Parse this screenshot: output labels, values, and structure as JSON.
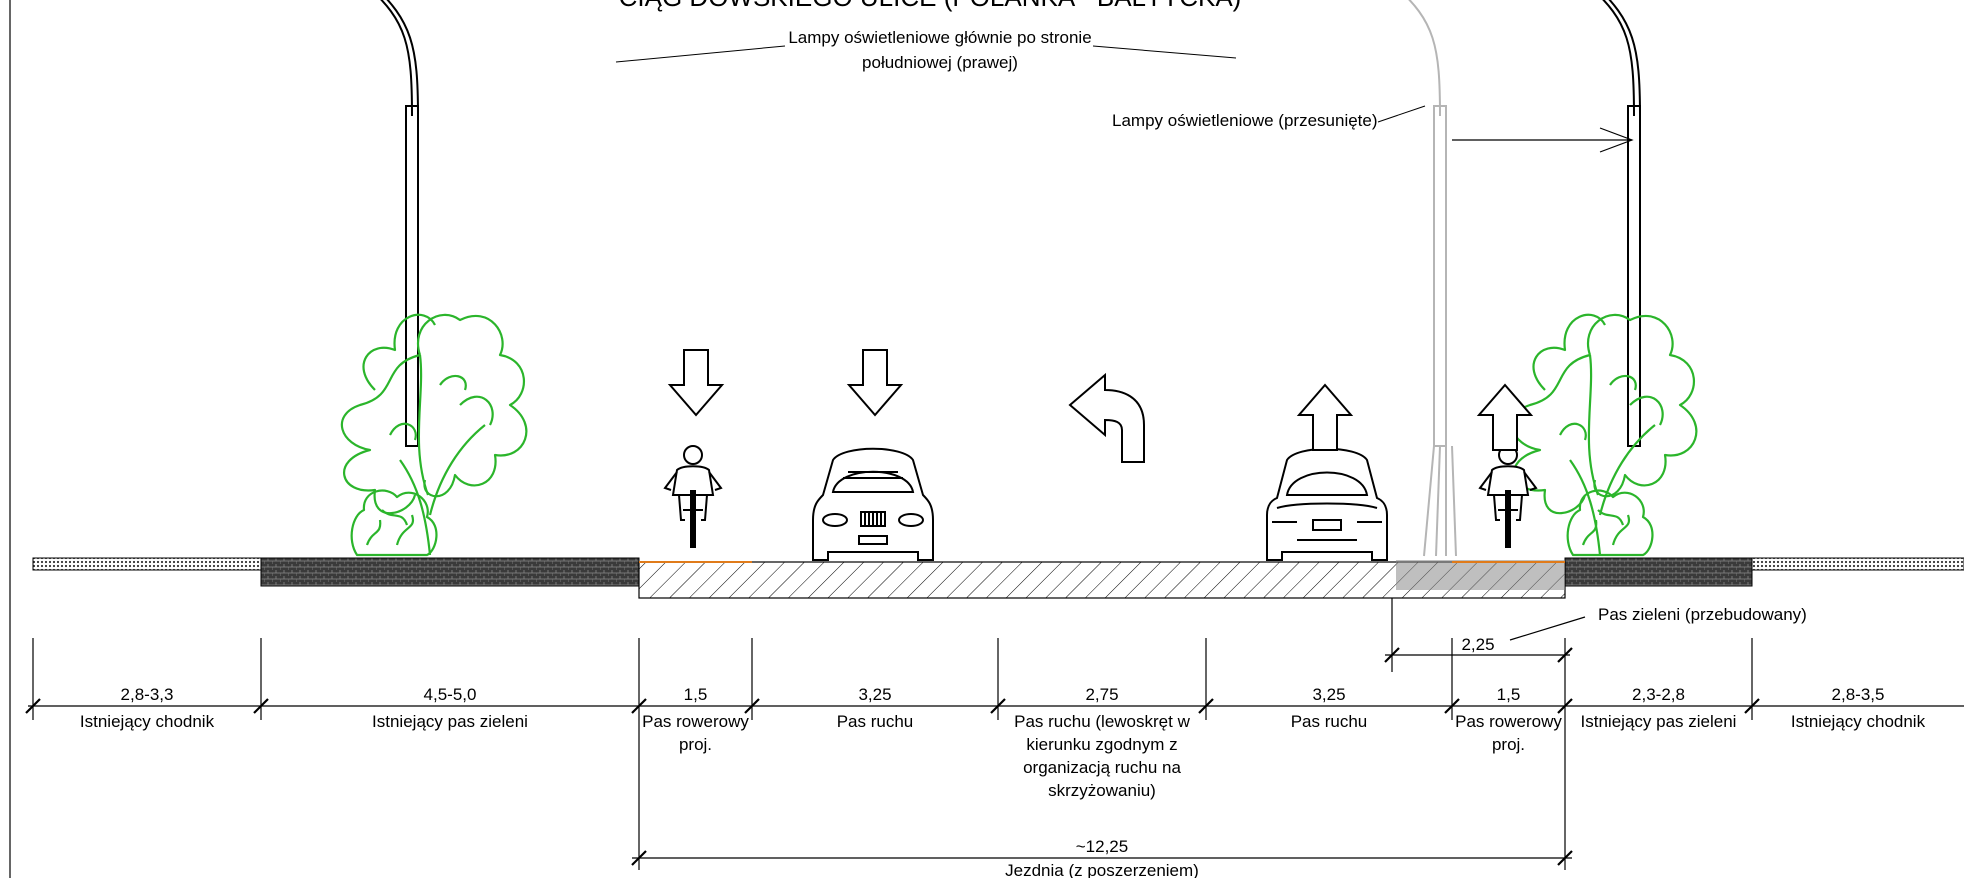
{
  "title": "CIĄG DOWSKIEGO ULICE (POLANKA - BAŁTYCKA)",
  "annotations": {
    "lamps_main_line1": "Lampy oświetleniowe głównie po stronie",
    "lamps_main_line2": "południowej (prawej)",
    "lamps_shifted": "Lampy oświetleniowe (przesunięte)",
    "green_rebuilt": "Pas zieleni (przebudowany)",
    "green_rebuilt_width": "2,25"
  },
  "segments": [
    {
      "value": "2,8-3,3",
      "label": [
        "Istniejący chodnik"
      ]
    },
    {
      "value": "4,5-5,0",
      "label": [
        "Istniejący pas zieleni"
      ]
    },
    {
      "value": "1,5",
      "label": [
        "Pas rowerowy",
        "proj."
      ]
    },
    {
      "value": "3,25",
      "label": [
        "Pas ruchu"
      ]
    },
    {
      "value": "2,75",
      "label": [
        "Pas ruchu (lewoskręt w",
        "kierunku zgodnym z",
        "organizacją ruchu na",
        "skrzyżowaniu)"
      ]
    },
    {
      "value": "3,25",
      "label": [
        "Pas ruchu"
      ]
    },
    {
      "value": "1,5",
      "label": [
        "Pas rowerowy",
        "proj."
      ]
    },
    {
      "value": "2,3-2,8",
      "label": [
        "Istniejący pas zieleni"
      ]
    },
    {
      "value": "2,8-3,5",
      "label": [
        "Istniejący chodnik"
      ]
    }
  ],
  "roadway": {
    "value": "~12,25",
    "label": "Jezdnia (z poszerzeniem)"
  },
  "colors": {
    "tree": "#2bb52b",
    "bike_lane": "#e07b1a",
    "shifted_lamp": "#b5b5b5"
  },
  "icons": [
    "street-lamp-icon",
    "tree-icon",
    "bush-icon",
    "cyclist-icon",
    "car-front-icon",
    "car-rear-icon",
    "arrow-down-icon",
    "arrow-up-icon",
    "turn-left-arrow-icon"
  ]
}
